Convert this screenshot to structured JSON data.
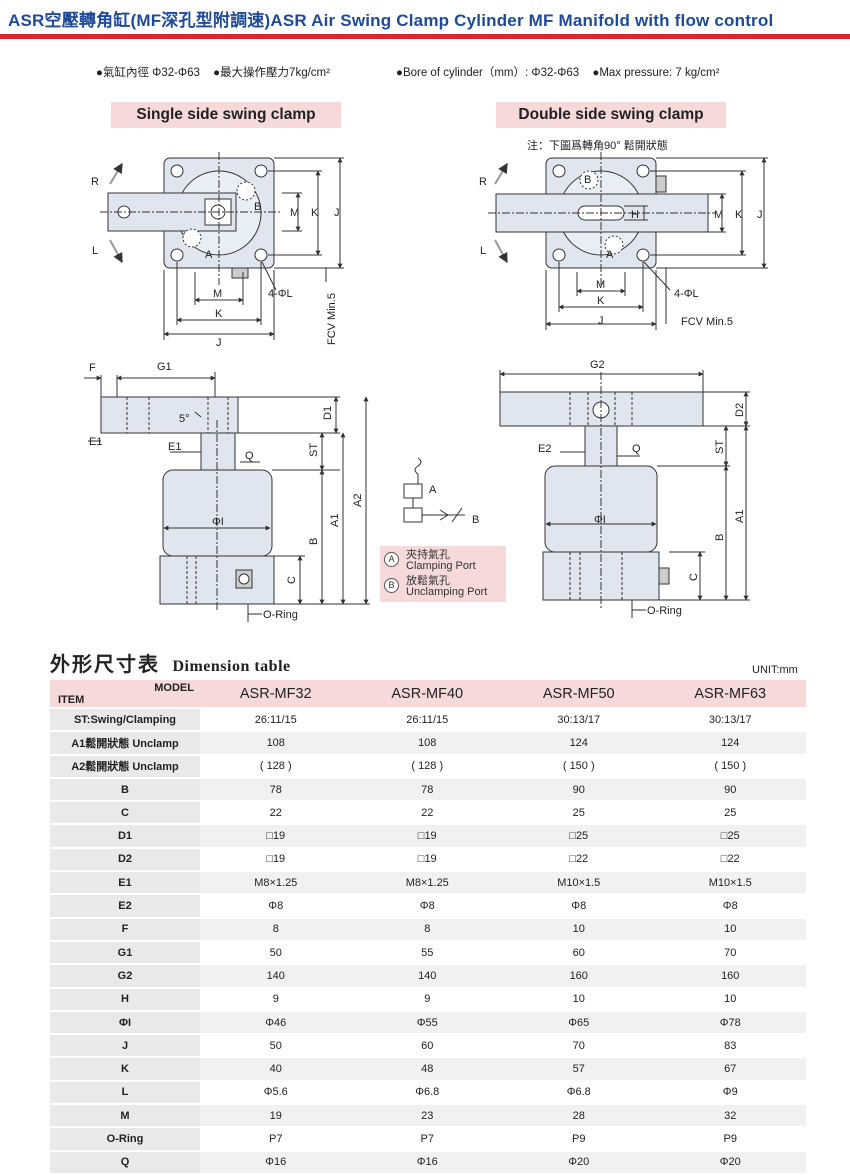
{
  "header": {
    "title": "ASR空壓轉角缸(MF深孔型附調速)ASR Air Swing Clamp Cylinder MF Manifold with flow control"
  },
  "specs": {
    "zh_bore": "●氣缸內徑 Φ32-Φ63",
    "zh_pressure": "●最大操作壓力7kg/cm²",
    "en_bore": "●Bore of cylinder（mm）: Φ32-Φ63",
    "en_pressure": "●Max pressure: 7 kg/cm²"
  },
  "sections": {
    "single": "Single side swing clamp",
    "double": "Double side swing clamp",
    "note": "注：下圖爲轉角90° 鬆開狀態"
  },
  "labels": {
    "R": "R",
    "L": "L",
    "A": "A",
    "B": "B",
    "M": "M",
    "K": "K",
    "J": "J",
    "H": "H",
    "phiL": "4-ΦL",
    "fcv": "FCV Min.5",
    "F": "F",
    "G1": "G1",
    "G2": "G2",
    "D1": "D1",
    "D2": "D2",
    "E1": "E1",
    "E2": "E2",
    "Q": "Q",
    "ST": "ST",
    "A1": "A1",
    "A2": "A2",
    "C": "C",
    "phiI": "ΦI",
    "oring": "O-Ring",
    "deg5": "5°"
  },
  "legend": {
    "a_mark": "A",
    "a_zh": "夾持氣孔",
    "a_en": "Clamping Port",
    "b_mark": "B",
    "b_zh": "放鬆氣孔",
    "b_en": "Unclamping Port"
  },
  "table": {
    "title_zh": "外形尺寸表",
    "title_en": "Dimension table",
    "unit": "UNIT:mm",
    "model_label": "MODEL",
    "item_label": "ITEM",
    "models": [
      "ASR-MF32",
      "ASR-MF40",
      "ASR-MF50",
      "ASR-MF63"
    ],
    "rows": [
      {
        "item": "ST:Swing/Clamping",
        "values": [
          "26:11/15",
          "26:11/15",
          "30:13/17",
          "30:13/17"
        ]
      },
      {
        "item": "A1鬆開狀態 Unclamp",
        "values": [
          "108",
          "108",
          "124",
          "124"
        ]
      },
      {
        "item": "A2鬆開狀態 Unclamp",
        "values": [
          "( 128 )",
          "( 128 )",
          "( 150 )",
          "( 150 )"
        ]
      },
      {
        "item": "B",
        "values": [
          "78",
          "78",
          "90",
          "90"
        ]
      },
      {
        "item": "C",
        "values": [
          "22",
          "22",
          "25",
          "25"
        ]
      },
      {
        "item": "D1",
        "values": [
          "□19",
          "□19",
          "□25",
          "□25"
        ]
      },
      {
        "item": "D2",
        "values": [
          "□19",
          "□19",
          "□22",
          "□22"
        ]
      },
      {
        "item": "E1",
        "values": [
          "M8×1.25",
          "M8×1.25",
          "M10×1.5",
          "M10×1.5"
        ]
      },
      {
        "item": "E2",
        "values": [
          "Φ8",
          "Φ8",
          "Φ8",
          "Φ8"
        ]
      },
      {
        "item": "F",
        "values": [
          "8",
          "8",
          "10",
          "10"
        ]
      },
      {
        "item": "G1",
        "values": [
          "50",
          "55",
          "60",
          "70"
        ]
      },
      {
        "item": "G2",
        "values": [
          "140",
          "140",
          "160",
          "160"
        ]
      },
      {
        "item": "H",
        "values": [
          "9",
          "9",
          "10",
          "10"
        ]
      },
      {
        "item": "ΦI",
        "values": [
          "Φ46",
          "Φ55",
          "Φ65",
          "Φ78"
        ]
      },
      {
        "item": "J",
        "values": [
          "50",
          "60",
          "70",
          "83"
        ]
      },
      {
        "item": "K",
        "values": [
          "40",
          "48",
          "57",
          "67"
        ]
      },
      {
        "item": "L",
        "values": [
          "Φ5.6",
          "Φ6.8",
          "Φ6.8",
          "Φ9"
        ]
      },
      {
        "item": "M",
        "values": [
          "19",
          "23",
          "28",
          "32"
        ]
      },
      {
        "item": "O-Ring",
        "values": [
          "P7",
          "P7",
          "P9",
          "P9"
        ]
      },
      {
        "item": "Q",
        "values": [
          "Φ16",
          "Φ16",
          "Φ20",
          "Φ20"
        ]
      }
    ]
  }
}
